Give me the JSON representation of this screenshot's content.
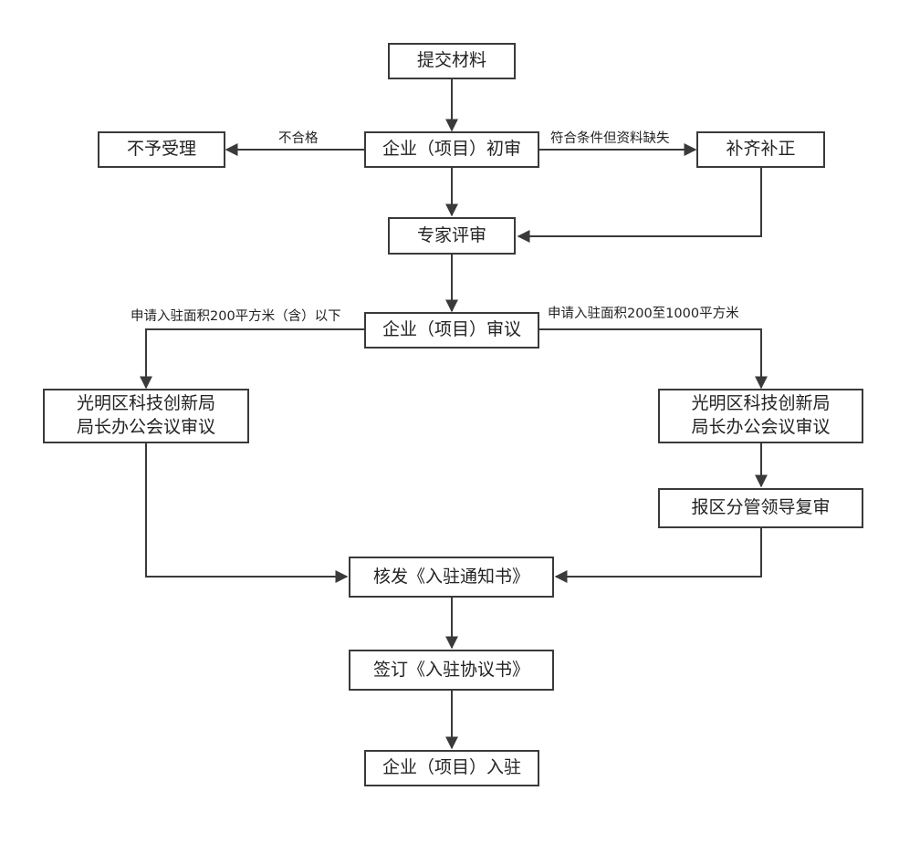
{
  "nodes": {
    "submit": "提交材料",
    "initial_review": "企业（项目）初审",
    "reject": "不予受理",
    "supplement": "补齐补正",
    "expert_review": "专家评审",
    "company_review": "企业（项目）审议",
    "left_meeting": [
      "光明区科技创新局",
      "局长办公会议审议"
    ],
    "right_meeting": [
      "光明区科技创新局",
      "局长办公会议审议"
    ],
    "district_leader": "报区分管领导复审",
    "notice": "核发《入驻通知书》",
    "agreement": "签订《入驻协议书》",
    "move_in": "企业（项目）入驻"
  },
  "edge_labels": {
    "unqualified": "不合格",
    "missing_docs": "符合条件但资料缺失",
    "small_area": "申请入驻面积200平方米（含）以下",
    "large_area": "申请入驻面积200至1000平方米"
  },
  "colors": {
    "line": "#3a3a3a",
    "text": "#222222",
    "background": "#ffffff"
  }
}
